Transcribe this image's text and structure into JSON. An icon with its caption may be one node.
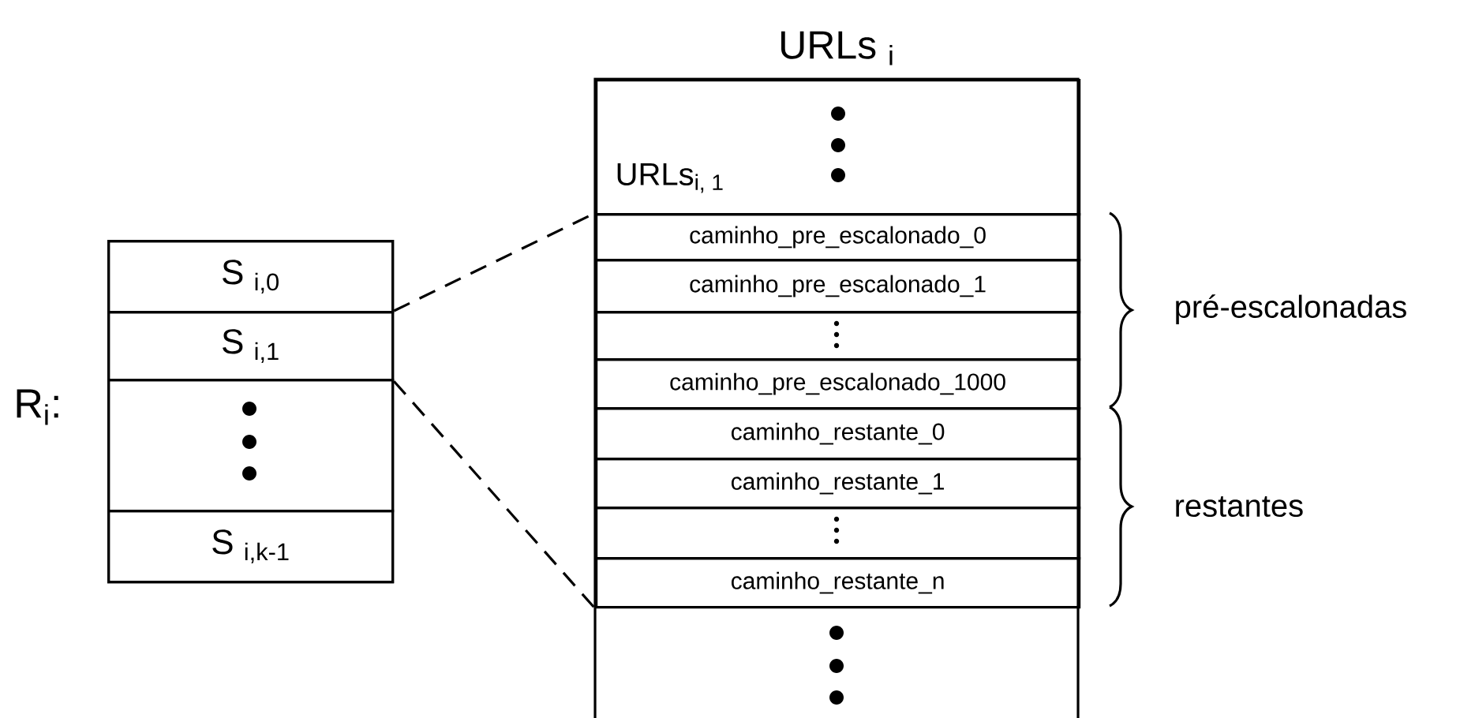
{
  "diagram": {
    "nodes": [
      {
        "text": [],
        "shape": "box",
        "beside": [
          "R$_{i}$:"
        ]
      },
      {
        "text": [
          "S $_{i,0}$"
        ],
        "in": 0
      },
      {
        "text": [
          "S $_{i,1}$"
        ],
        "in": 0
      },
      {
        "text": [],
        "shape": "box",
        "in": 0
      },
      {
        "text": [
          "S $_{i,k-1}$"
        ],
        "in": 0
      },
      {
        "text": [
          "URLs $_{i}$"
        ]
      },
      {
        "text": [
          "URLs$_{i, 1}$"
        ],
        "in": 5
      },
      {
        "text": [
          "caminho_pre_escalonado_0"
        ],
        "in": 5
      },
      {
        "text": [
          "caminho_pre_escalonado_1"
        ],
        "in": 5
      },
      {
        "text": [],
        "shape": "box",
        "in": 5
      },
      {
        "text": [
          "caminho_pre_escalonado_1000"
        ],
        "in": 5
      },
      {
        "text": [
          "caminho_restante_0"
        ],
        "in": 5
      },
      {
        "text": [
          "caminho_restante_1"
        ],
        "in": 5
      },
      {
        "text": [],
        "shape": "box",
        "in": 5
      },
      {
        "text": [
          "caminho_restante_n"
        ],
        "in": 5
      }
    ],
    "edges": [
      {
        "from": 2,
        "to": 7,
        "arrow": "none",
        "style": "dashed"
      },
      {
        "from": 2,
        "to": 14,
        "arrow": "none",
        "style": "dashed"
      }
    ],
    "labels": [
      "pré-escalonadas",
      "restantes"
    ]
  }
}
